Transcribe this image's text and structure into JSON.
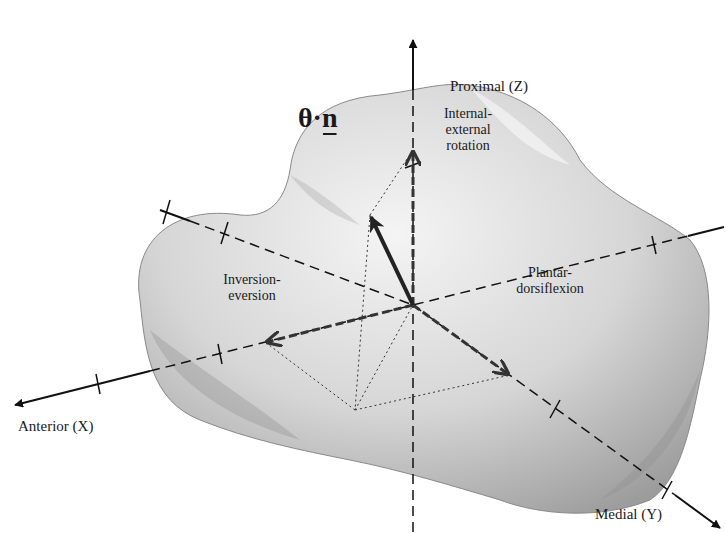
{
  "diagram": {
    "labels": [
      "Proximal (Z)",
      "θ·n",
      "Internal- external rotation",
      "Inversion- eversion",
      "Plantar- dorsiflexion",
      "Anterior (X)",
      "Medial (Y)"
    ]
  }
}
